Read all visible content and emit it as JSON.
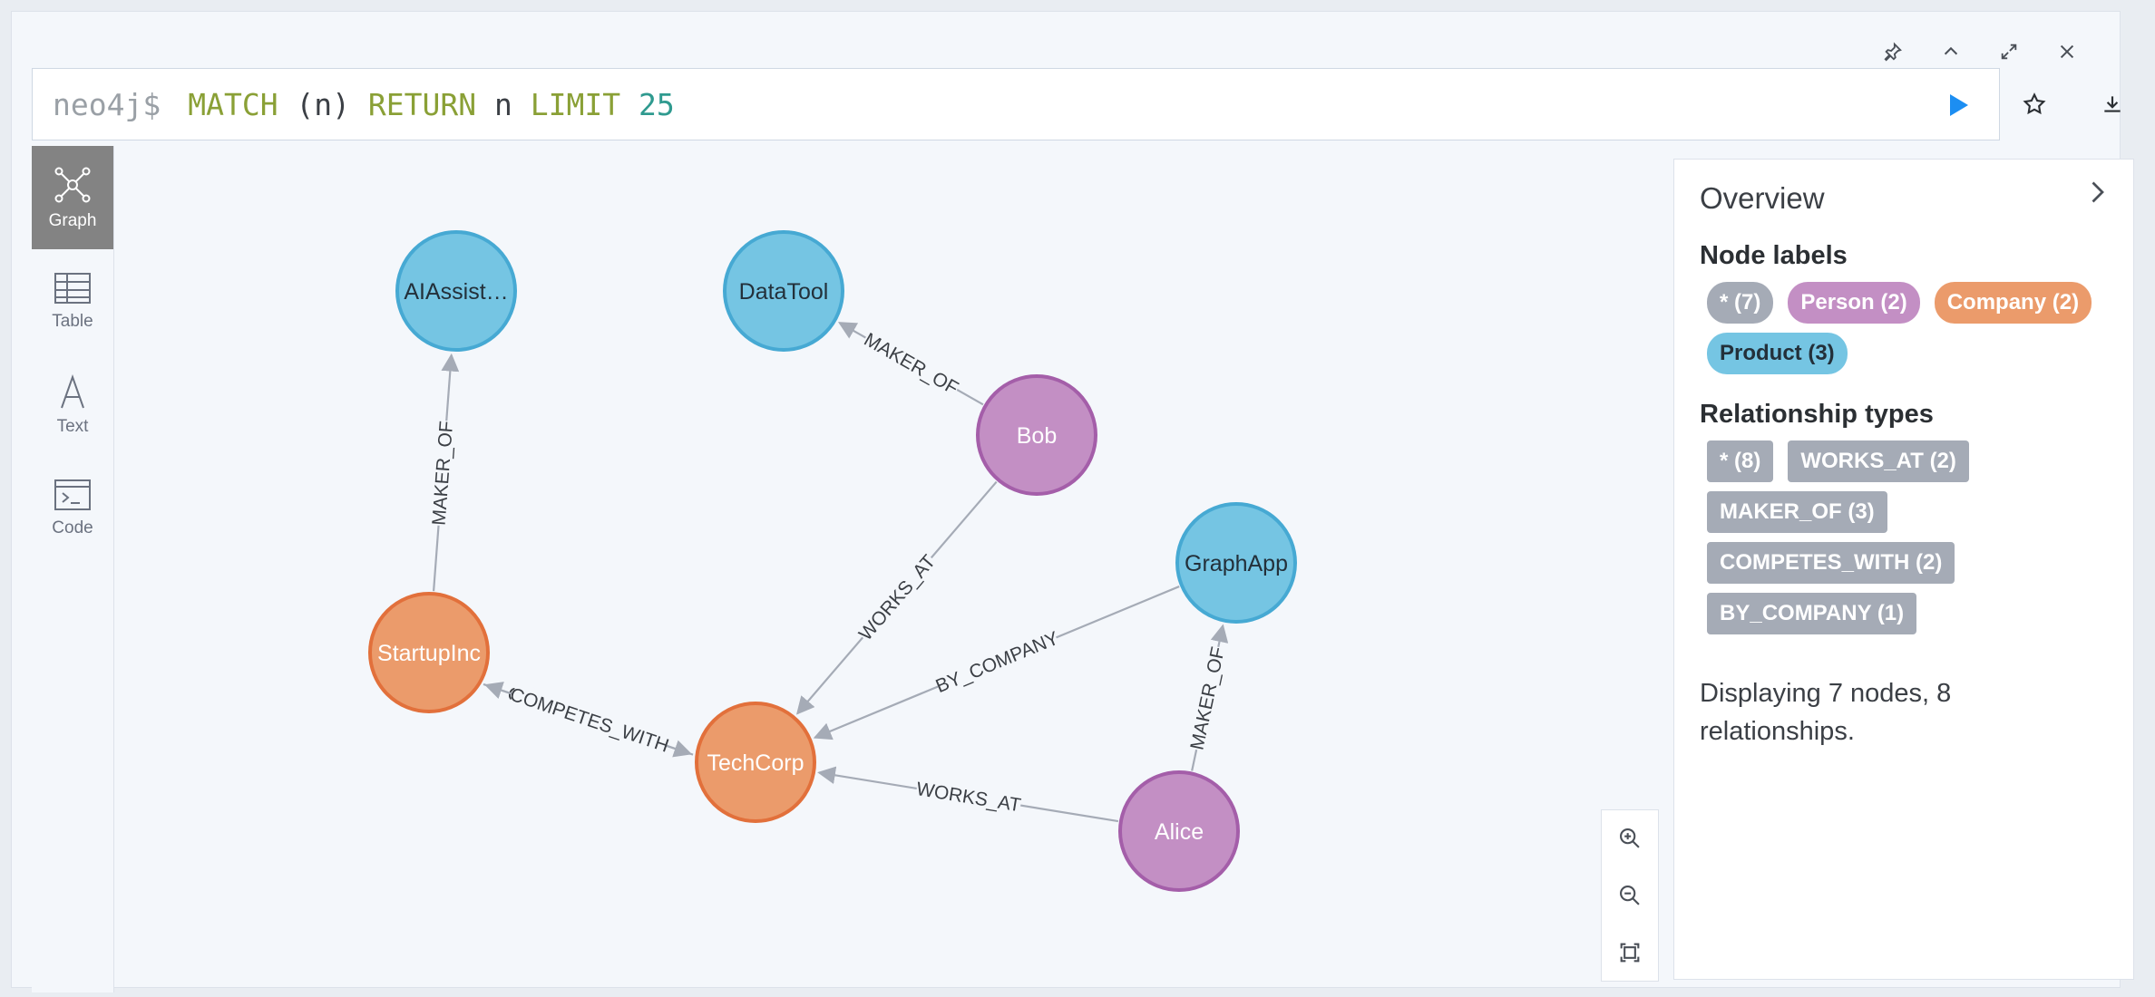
{
  "editor": {
    "prompt": "neo4j$",
    "query": [
      {
        "t": "MATCH",
        "c": "kw"
      },
      {
        "t": " (n) ",
        "c": "plain"
      },
      {
        "t": "RETURN",
        "c": "kw"
      },
      {
        "t": " n ",
        "c": "plain"
      },
      {
        "t": "LIMIT",
        "c": "kw"
      },
      {
        "t": " 25",
        "c": "num"
      }
    ]
  },
  "views": [
    {
      "label": "Graph",
      "icon": "graph-icon",
      "active": true
    },
    {
      "label": "Table",
      "icon": "table-icon",
      "active": false
    },
    {
      "label": "Text",
      "icon": "text-icon",
      "active": false
    },
    {
      "label": "Code",
      "icon": "code-icon",
      "active": false
    }
  ],
  "graph": {
    "nodes": [
      {
        "id": "ai",
        "label": "AIAssist…",
        "type": "Product"
      },
      {
        "id": "data",
        "label": "DataTool",
        "type": "Product"
      },
      {
        "id": "bob",
        "label": "Bob",
        "type": "Person"
      },
      {
        "id": "graph",
        "label": "GraphApp",
        "type": "Product"
      },
      {
        "id": "startup",
        "label": "StartupInc",
        "type": "Company"
      },
      {
        "id": "tech",
        "label": "TechCorp",
        "type": "Company"
      },
      {
        "id": "alice",
        "label": "Alice",
        "type": "Person"
      }
    ],
    "relationships": [
      {
        "from": "startup",
        "to": "ai",
        "type": "MAKER_OF"
      },
      {
        "from": "bob",
        "to": "data",
        "type": "MAKER_OF"
      },
      {
        "from": "bob",
        "to": "tech",
        "type": "WORKS_AT"
      },
      {
        "from": "graph",
        "to": "tech",
        "type": "BY_COMPANY"
      },
      {
        "from": "alice",
        "to": "graph",
        "type": "MAKER_OF"
      },
      {
        "from": "alice",
        "to": "tech",
        "type": "WORKS_AT"
      },
      {
        "from": "startup",
        "to": "tech",
        "type": "COMPETES_WITH"
      },
      {
        "from": "tech",
        "to": "startup",
        "type": "COMPETES_WITH"
      }
    ],
    "colors": {
      "Product": {
        "fill": "#75c5e3",
        "stroke": "#46a9d3",
        "text": "#23303a"
      },
      "Person": {
        "fill": "#c38fc4",
        "stroke": "#a45ea9",
        "text": "#ffffff"
      },
      "Company": {
        "fill": "#eb9b6b",
        "stroke": "#e2703b",
        "text": "#ffffff"
      }
    }
  },
  "overview": {
    "title": "Overview",
    "node_labels_heading": "Node labels",
    "node_labels": [
      {
        "text": "* (7)",
        "color": "#a5abb6"
      },
      {
        "text": "Person (2)",
        "color": "#c38fc4"
      },
      {
        "text": "Company (2)",
        "color": "#eb9b6b"
      },
      {
        "text": "Product (3)",
        "color": "#75c5e3",
        "text_color": "#23303a"
      }
    ],
    "relationship_types_heading": "Relationship types",
    "relationship_types": [
      {
        "text": "* (8)"
      },
      {
        "text": "WORKS_AT (2)"
      },
      {
        "text": "MAKER_OF (3)"
      },
      {
        "text": "COMPETES_WITH (2)"
      },
      {
        "text": "BY_COMPANY (1)"
      }
    ],
    "summary": "Displaying 7 nodes, 8 relationships."
  }
}
